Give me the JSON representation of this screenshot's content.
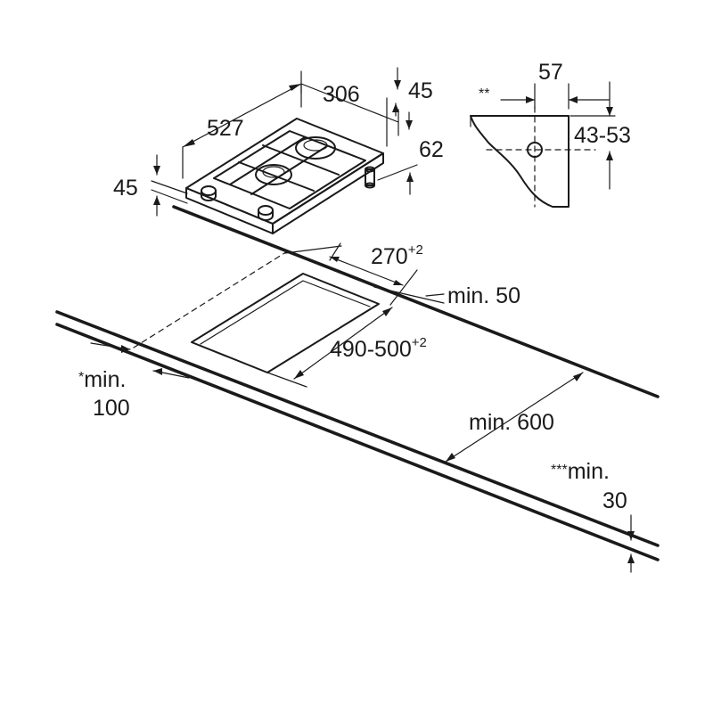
{
  "hob_dimensions": {
    "width": "527",
    "depth": "306",
    "height_side": "45",
    "height_back": "45",
    "burner_height": "62"
  },
  "section_detail": {
    "marker": "**",
    "width": "57",
    "thickness_range": "43-53"
  },
  "cutout": {
    "width": "270",
    "width_tol": "+2",
    "length": "490-500",
    "length_tol": "+2",
    "back_clearance": "min. 50",
    "side_clearance_mark": "*",
    "side_clearance": "min.",
    "side_clearance_value": "100"
  },
  "worktop": {
    "depth": "min. 600",
    "thickness_mark": "***",
    "thickness_label": "min.",
    "thickness_value": "30"
  },
  "colors": {
    "line": "#1a1a1a",
    "background": "#ffffff",
    "burner_fill": "#d8d8d8"
  }
}
